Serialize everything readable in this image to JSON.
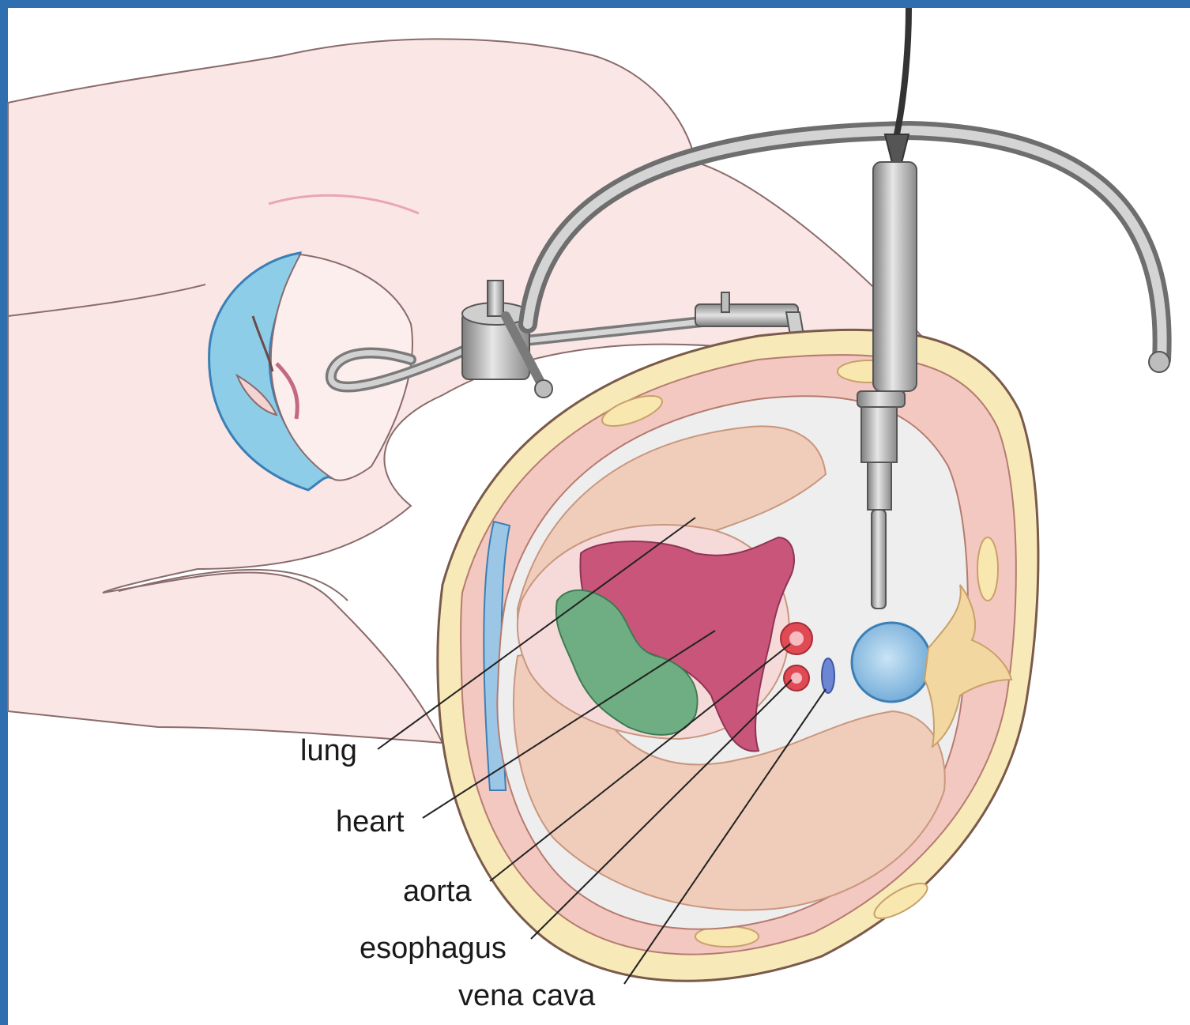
{
  "labels": {
    "lung": "lung",
    "heart": "heart",
    "aorta": "aorta",
    "esophagus": "esophagus",
    "vena_cava": "vena cava"
  },
  "colors": {
    "frame": "#2f6fb0",
    "skin": "#fbe6e6",
    "cap": "#8ecde8",
    "body_wall": "#f3c8c0",
    "fat_layer": "#f7e9b8",
    "lung": "#f0cdbb",
    "heart": "#c9567a",
    "chamber": "#6fae82",
    "aorta": "#e04a55",
    "vena_cava": "#6d86d4",
    "spine": "#f2d8a0",
    "vertebra": "#9cc6e6",
    "instrument": "#a9a9a9"
  }
}
